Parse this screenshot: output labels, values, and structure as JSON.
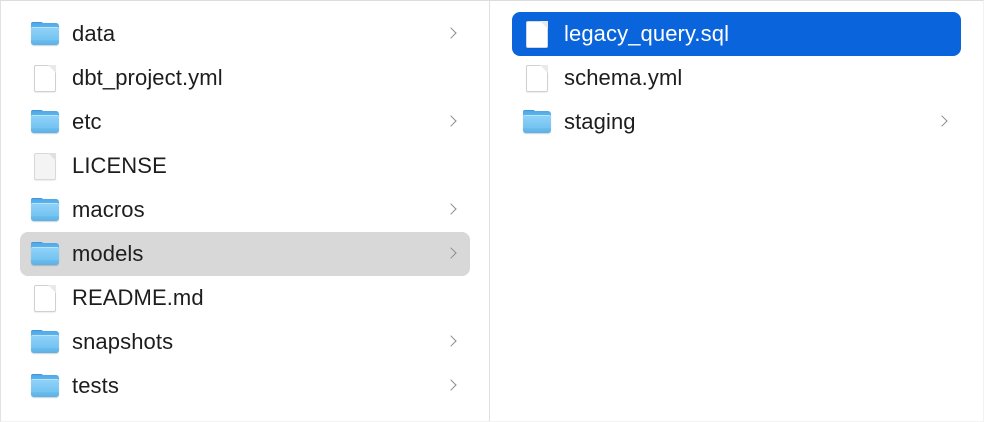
{
  "window": {
    "view": "column-view",
    "accent_selected_color": "#0a64dc",
    "secondary_selected_color": "#d8d8d8",
    "text_color": "#1d1d1f",
    "selected_text_color": "#ffffff",
    "divider_color": "#e0e0e0",
    "background_color": "#ffffff"
  },
  "columns": [
    {
      "name": "project-root-column",
      "items": [
        {
          "label": "data",
          "kind": "folder",
          "icon": "folder-icon",
          "has_chevron": true,
          "selected": false,
          "selection_style": "none"
        },
        {
          "label": "dbt_project.yml",
          "kind": "document",
          "icon": "document-icon",
          "has_chevron": false,
          "selected": false,
          "selection_style": "none"
        },
        {
          "label": "etc",
          "kind": "folder",
          "icon": "folder-icon",
          "has_chevron": true,
          "selected": false,
          "selection_style": "none"
        },
        {
          "label": "LICENSE",
          "kind": "document",
          "icon": "document-icon",
          "has_chevron": false,
          "selected": false,
          "selection_style": "none"
        },
        {
          "label": "macros",
          "kind": "folder",
          "icon": "folder-icon",
          "has_chevron": true,
          "selected": false,
          "selection_style": "none"
        },
        {
          "label": "models",
          "kind": "folder",
          "icon": "folder-icon",
          "has_chevron": true,
          "selected": true,
          "selection_style": "gray"
        },
        {
          "label": "README.md",
          "kind": "document",
          "icon": "document-icon",
          "has_chevron": false,
          "selected": false,
          "selection_style": "none"
        },
        {
          "label": "snapshots",
          "kind": "folder",
          "icon": "folder-icon",
          "has_chevron": true,
          "selected": false,
          "selection_style": "none"
        },
        {
          "label": "tests",
          "kind": "folder",
          "icon": "folder-icon",
          "has_chevron": true,
          "selected": false,
          "selection_style": "none"
        }
      ]
    },
    {
      "name": "models-folder-column",
      "items": [
        {
          "label": "legacy_query.sql",
          "kind": "document",
          "icon": "document-icon",
          "has_chevron": false,
          "selected": true,
          "selection_style": "blue"
        },
        {
          "label": "schema.yml",
          "kind": "document",
          "icon": "document-icon",
          "has_chevron": false,
          "selected": false,
          "selection_style": "none"
        },
        {
          "label": "staging",
          "kind": "folder",
          "icon": "folder-icon",
          "has_chevron": true,
          "selected": false,
          "selection_style": "none"
        }
      ]
    }
  ]
}
